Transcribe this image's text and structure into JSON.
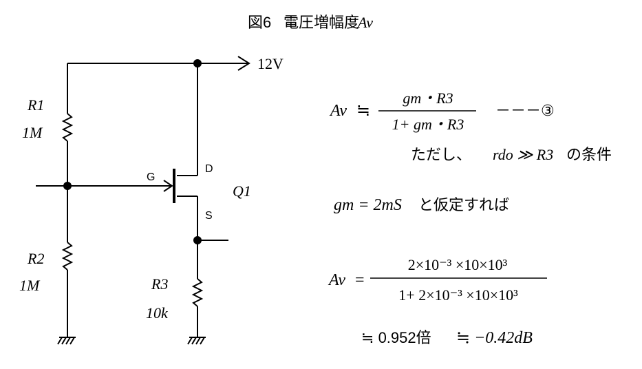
{
  "title": {
    "fig": "図6",
    "main": "電圧増幅度",
    "sym": "Av"
  },
  "circuit": {
    "supply": "12V",
    "r1_name": "R1",
    "r1_value": "1M",
    "r2_name": "R2",
    "r2_value": "1M",
    "r3_name": "R3",
    "r3_value": "10k",
    "gate": "G",
    "drain": "D",
    "source": "S",
    "transistor": "Q1"
  },
  "equations": {
    "eq1_lhs": "Av",
    "approx": "≒",
    "eq1_num": "gm・R3",
    "eq1_den": "1+ gm・R3",
    "eq1_tag": "－－－③",
    "cond_prefix": "ただし、",
    "cond_math": "rdo ≫ R3",
    "cond_suffix": "の条件",
    "gm_math": "gm = 2mS",
    "gm_text": "と仮定すれば",
    "eq2_lhs": "Av",
    "eq2_eq": "=",
    "eq2_num": "2×10⁻³ ×10×10³",
    "eq2_den": "1+ 2×10⁻³ ×10×10³",
    "res1": "≒ 0.952倍",
    "res2": "≒ −0.42dB"
  }
}
